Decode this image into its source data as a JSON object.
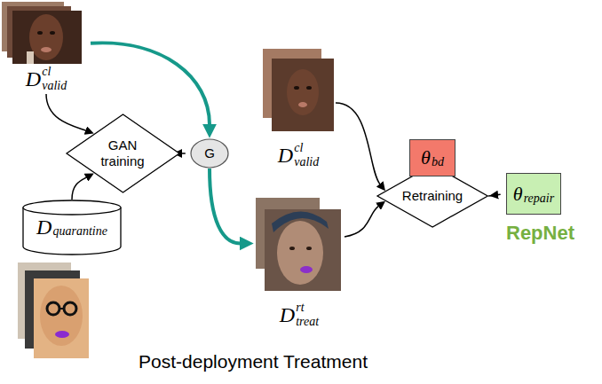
{
  "diagram": {
    "caption": "Post-deployment Treatment",
    "nodes": [
      {
        "text": [
          "D",
          "cl",
          "valid"
        ]
      },
      {
        "text": [
          "GAN training"
        ]
      },
      {
        "text": [
          "D",
          "quarantine"
        ]
      },
      {
        "text": [
          "G"
        ]
      },
      {
        "text": [
          "D",
          "cl",
          "valid"
        ]
      },
      {
        "text": [
          "θ",
          "bd"
        ]
      },
      {
        "text": [
          "Retraining"
        ]
      },
      {
        "text": [
          "θ",
          "repair",
          "RepNet"
        ]
      },
      {
        "text": [
          "D",
          "rt",
          "treat"
        ]
      }
    ],
    "edges": [
      {
        "from": 0,
        "to": 1,
        "arrow": "to"
      },
      {
        "from": 2,
        "to": 1,
        "arrow": "to"
      },
      {
        "from": 1,
        "to": 3,
        "arrow": "to"
      },
      {
        "from": 0,
        "to": 3,
        "arrow": "to"
      },
      {
        "from": 3,
        "to": 8,
        "arrow": "to"
      },
      {
        "from": 4,
        "to": 6,
        "arrow": "to"
      },
      {
        "from": 8,
        "to": 6,
        "arrow": "to"
      },
      {
        "from": 6,
        "to": 7,
        "arrow": "to"
      }
    ]
  }
}
